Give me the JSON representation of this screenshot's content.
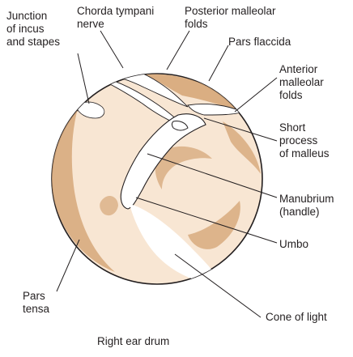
{
  "diagram": {
    "caption": "Right ear drum",
    "labels": {
      "junction": "Junction\nof incus\nand stapes",
      "chorda": "Chorda tympani\nnerve",
      "posterior_folds": "Posterior malleolar\nfolds",
      "pars_flaccida": "Pars flaccida",
      "anterior_folds": "Anterior\nmalleolar\nfolds",
      "short_process": "Short\nprocess\nof malleus",
      "manubrium": "Manubrium\n(handle)",
      "umbo": "Umbo",
      "pars_tensa": "Pars\ntensa",
      "cone_of_light": "Cone of light"
    },
    "colors": {
      "membrane_light": "#f8e6d3",
      "membrane_shadow": "#d6a779",
      "outline": "#231f20",
      "highlight": "#ffffff"
    }
  }
}
